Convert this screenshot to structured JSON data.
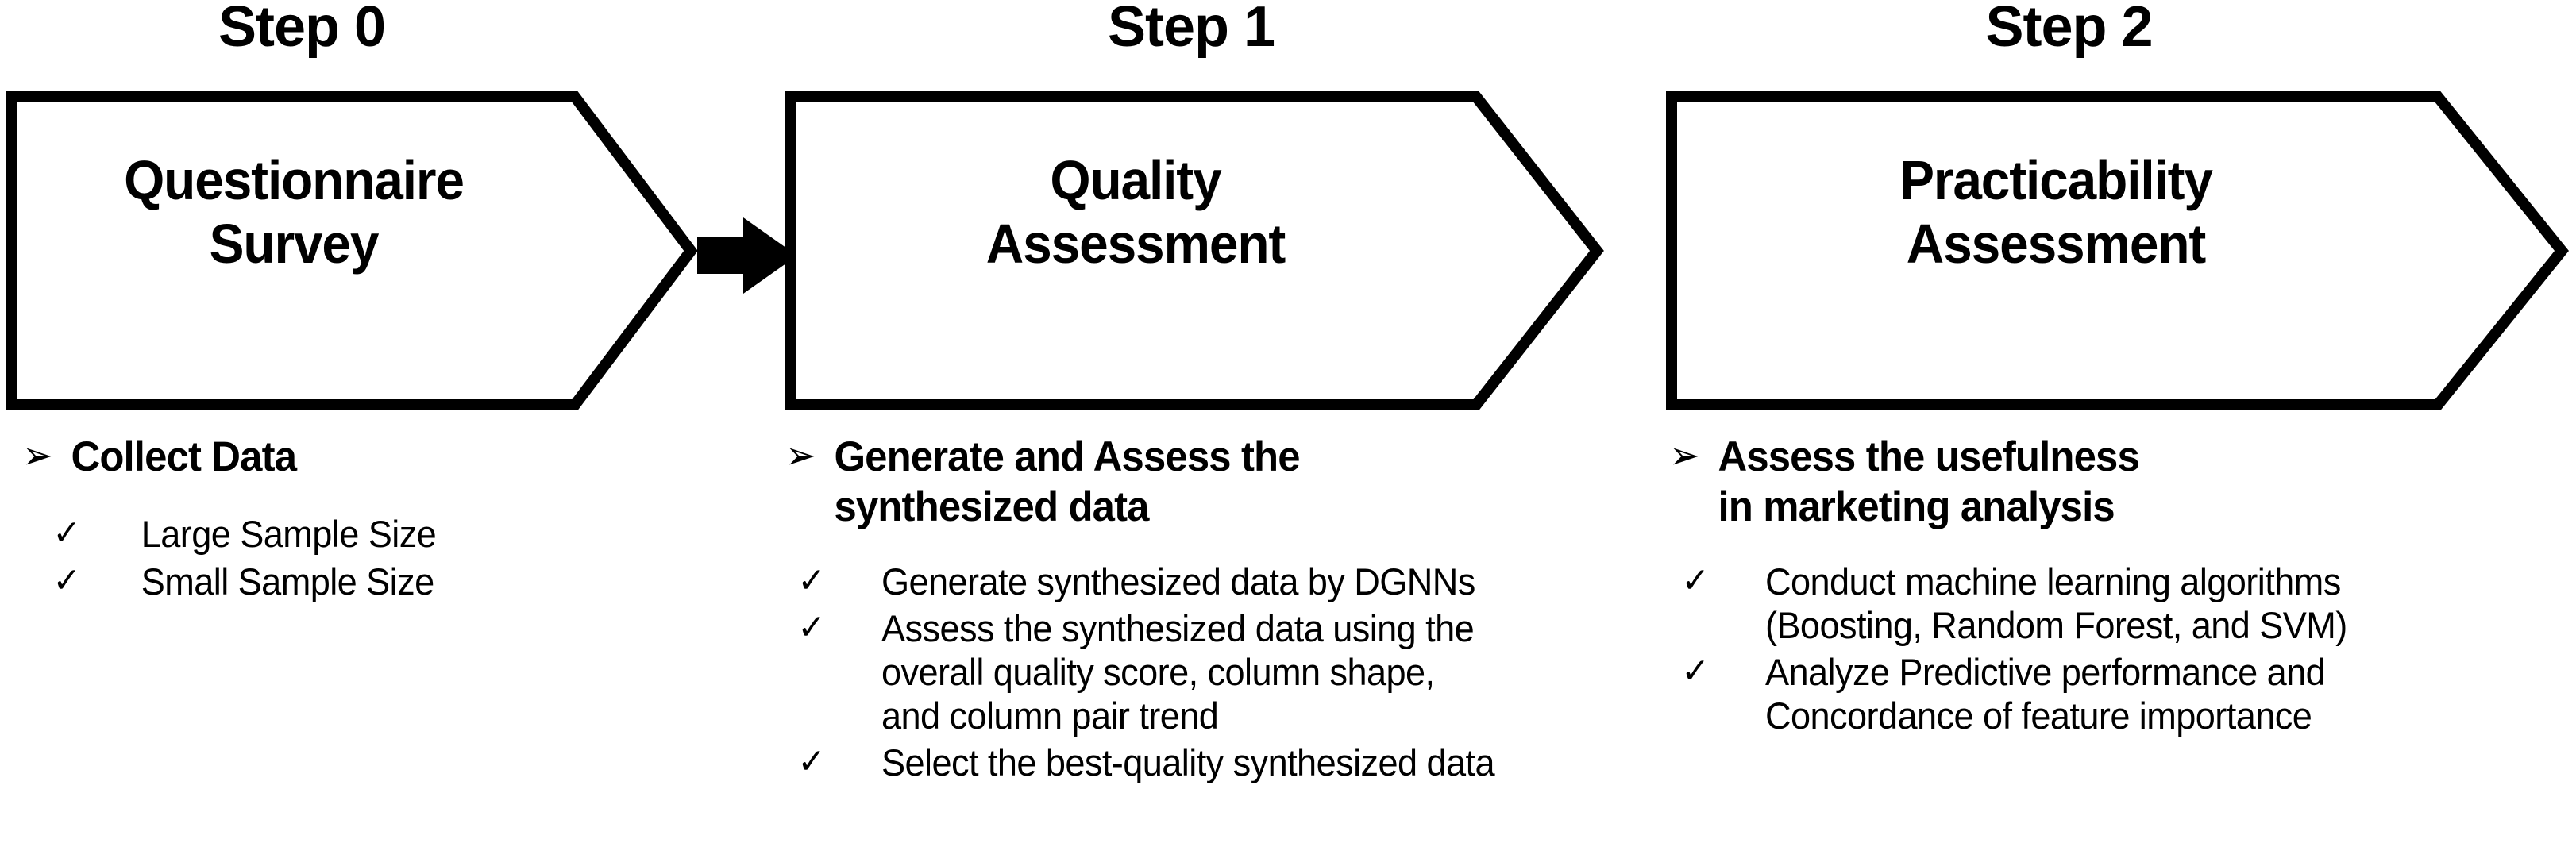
{
  "diagram": {
    "background_color": "#ffffff",
    "stroke_color": "#000000",
    "steps": [
      {
        "label": "Step 0",
        "title": "Questionnaire\nSurvey",
        "lead": {
          "marker": "➢",
          "text": "Collect Data"
        },
        "sub_marker": "✓",
        "sub_items": [
          "Large Sample Size",
          "Small Sample Size"
        ]
      },
      {
        "label": "Step 1",
        "title": "Quality\nAssessment",
        "lead": {
          "marker": "➢",
          "text": "Generate and Assess the\nsynthesized data"
        },
        "sub_marker": "✓",
        "sub_items": [
          "Generate synthesized data by DGNNs",
          "Assess the synthesized data using the\noverall quality score, column shape,\nand column pair trend",
          "Select the best-quality synthesized data"
        ]
      },
      {
        "label": "Step 2",
        "title": "Practicability\nAssessment",
        "lead": {
          "marker": "➢",
          "text": "Assess the usefulness\nin marketing analysis"
        },
        "sub_marker": "✓",
        "sub_items": [
          "Conduct machine learning algorithms\n(Boosting, Random Forest, and SVM)",
          "Analyze Predictive performance and\nConcordance of feature importance"
        ]
      }
    ],
    "connector": {
      "name": "block-arrow",
      "from": "Step 0",
      "to": "Step 1"
    }
  }
}
